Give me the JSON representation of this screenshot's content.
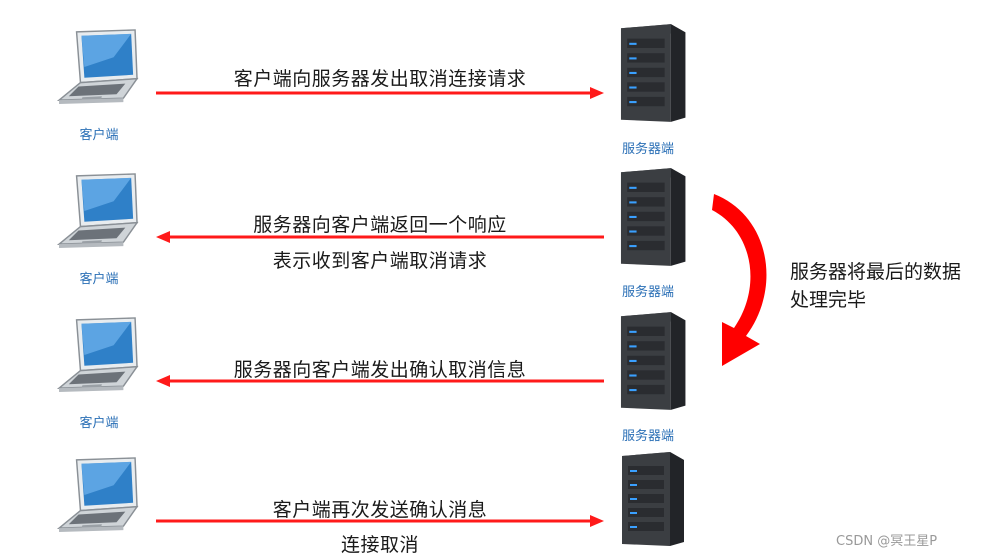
{
  "labels": {
    "client": "客户端",
    "server": "服务器端"
  },
  "steps": [
    {
      "direction": "client-to-server",
      "lines": [
        "客户端向服务器发出取消连接请求"
      ]
    },
    {
      "direction": "server-to-client",
      "lines": [
        "服务器向客户端返回一个响应",
        "表示收到客户端取消请求"
      ]
    },
    {
      "direction": "server-to-client",
      "lines": [
        "服务器向客户端发出确认取消信息"
      ]
    },
    {
      "direction": "client-to-server",
      "lines": [
        "客户端再次发送确认消息",
        "连接取消"
      ]
    }
  ],
  "side_note": [
    "服务器将最后的数据",
    "处理完毕"
  ],
  "watermark": "CSDN @冥王星P",
  "colors": {
    "arrow": "#ff1a1a",
    "caption": "#2a6fb6",
    "curve": "#ff0000"
  },
  "icons": {
    "client": "laptop-icon",
    "server": "server-tower-icon",
    "process": "curved-arrow-icon"
  }
}
